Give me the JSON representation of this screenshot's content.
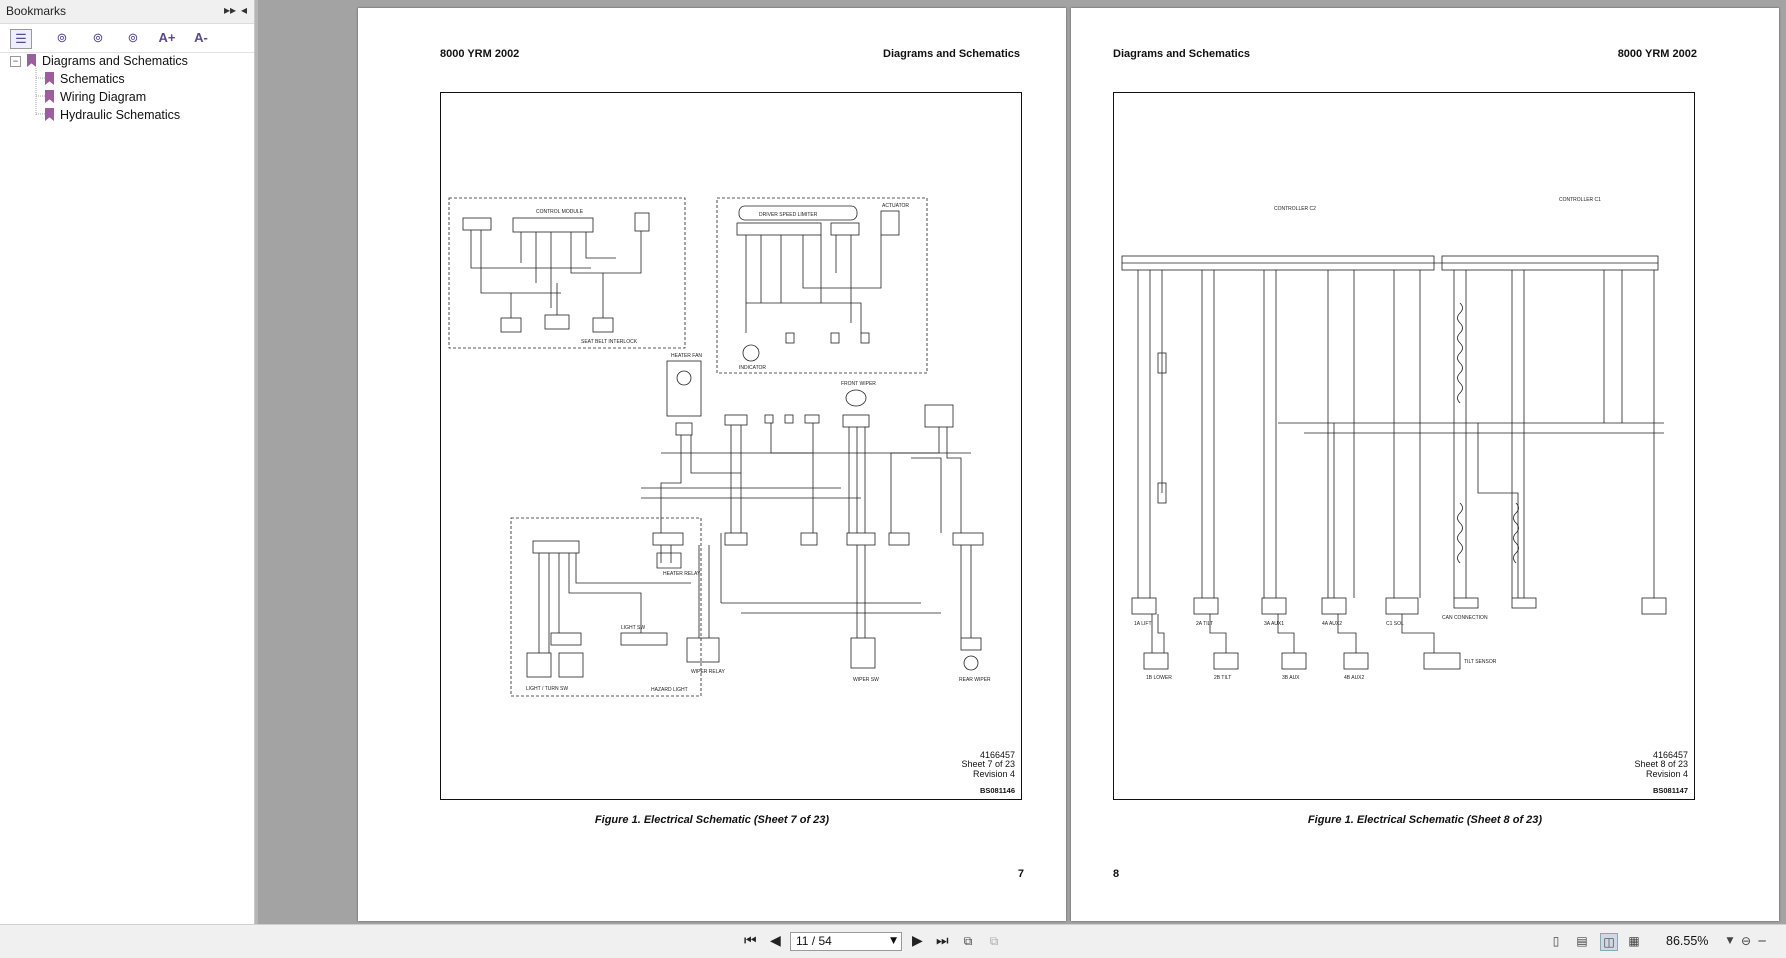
{
  "sidebar": {
    "title": "Bookmarks",
    "collapse_glyph": "▸▸",
    "hide_glyph": "◂",
    "tools": [
      "options-icon",
      "find-bookmark-icon",
      "add-bookmark-icon",
      "go-to-bookmark-icon",
      "increase-text-size-icon",
      "decrease-text-size-icon"
    ],
    "tool_glyphs": [
      "☰",
      "⊚",
      "⊚",
      "⊚",
      "A+",
      "A-"
    ],
    "tree": {
      "root": "Diagrams and Schematics",
      "children": [
        "Schematics",
        "Wiring Diagram",
        "Hydraulic Schematics"
      ]
    }
  },
  "pages": [
    {
      "header_left": "8000 YRM 2002",
      "header_right": "Diagrams and Schematics",
      "drawing_no": "4166457",
      "sheet": "Sheet 7 of 23",
      "revision": "Revision 4",
      "bs_code": "BS081146",
      "caption": "Figure 1. Electrical Schematic (Sheet 7 of 23)",
      "page_number": "7",
      "labels": {
        "seat_belt": "SEAT BELT INTERLOCK",
        "control_module": "CONTROL MODULE",
        "driver_speed": "DRIVER SPEED LIMITER",
        "actuator": "ACTUATOR",
        "indicator": "INDICATOR",
        "heater_fan": "HEATER FAN",
        "front_wiper": "FRONT WIPER",
        "wiper_sw": "WIPER SW",
        "heater_relay": "HEATER RELAY",
        "wiper_relay": "WIPER RELAY",
        "light_sw": "LIGHT SW",
        "hazard_light": "HAZARD LIGHT",
        "rear_wiper": "REAR WIPER",
        "light_turn_sw": "LIGHT / TURN SW"
      }
    },
    {
      "header_left": "Diagrams and Schematics",
      "header_right": "8000 YRM 2002",
      "drawing_no": "4166457",
      "sheet": "Sheet 8 of 23",
      "revision": "Revision 4",
      "bs_code": "BS081147",
      "caption": "Figure 1. Electrical Schematic (Sheet 8 of 23)",
      "page_number": "8",
      "labels": {
        "controller_c2": "CONTROLLER C2",
        "controller_c1": "CONTROLLER C1",
        "can_connection": "CAN CONNECTION",
        "tilt_sensor": "TILT SENSOR",
        "lift": "1A LIFT",
        "tilt": "2A TILT",
        "aux1": "3A AUX1",
        "aux2": "4A AUX2",
        "lower": "1B LOWER",
        "tilt_b": "2B TILT",
        "aux_b": "3B AUX",
        "aux2_b": "4B AUX2",
        "sol": "C1 SOL"
      }
    }
  ],
  "bottom_bar": {
    "page_field": "11 / 54",
    "zoom": "86.55%",
    "first": "⏮",
    "prev": "◀",
    "next": "▶",
    "last": "⏭"
  }
}
